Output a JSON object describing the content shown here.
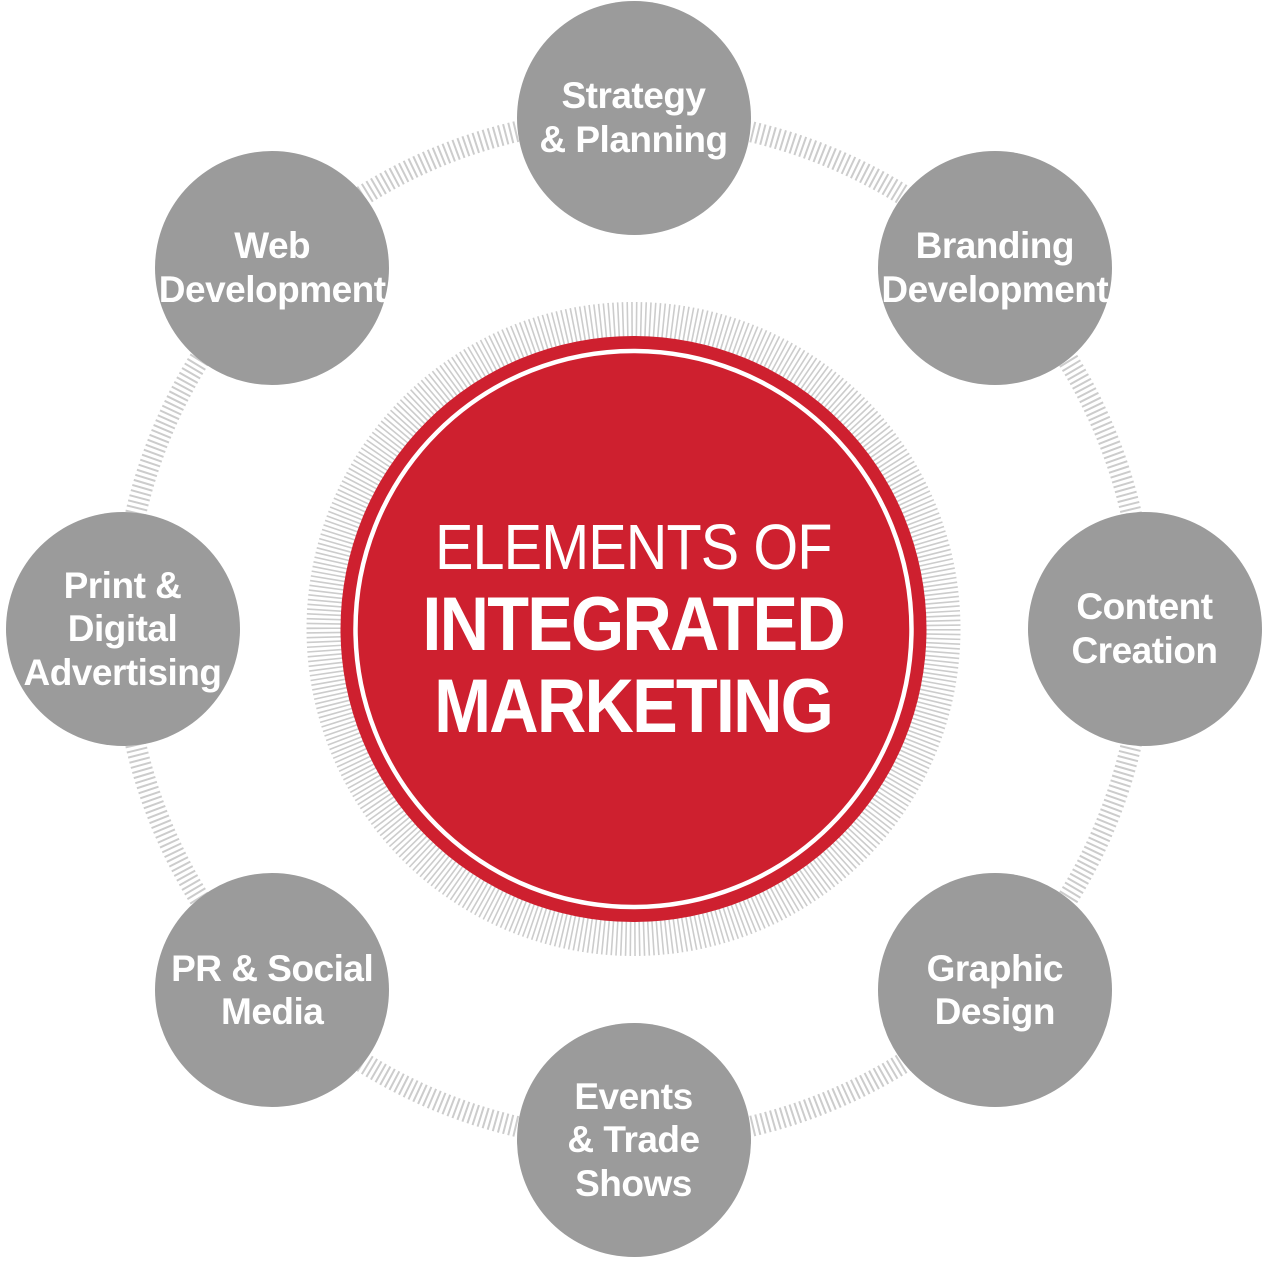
{
  "title": "Elements of Integrated Marketing",
  "colors": {
    "red": "#ce202f",
    "gray": "#9b9b9b",
    "hatch": "#cccccc",
    "text": "#ffffff"
  },
  "center": {
    "eyebrow": "ELEMENTS OF",
    "title_line1": "INTEGRATED",
    "title_line2": "MARKETING"
  },
  "satellites": [
    {
      "id": "strategy-planning",
      "label": "Strategy\n& Planning"
    },
    {
      "id": "branding-development",
      "label": "Branding\nDevelopment"
    },
    {
      "id": "content-creation",
      "label": "Content\nCreation"
    },
    {
      "id": "graphic-design",
      "label": "Graphic\nDesign"
    },
    {
      "id": "events-trade-shows",
      "label": "Events\n& Trade\nShows"
    },
    {
      "id": "pr-social-media",
      "label": "PR & Social\nMedia"
    },
    {
      "id": "print-digital-advertising",
      "label": "Print & Digital\nAdvertising"
    },
    {
      "id": "web-development",
      "label": "Web\nDevelopment"
    }
  ]
}
